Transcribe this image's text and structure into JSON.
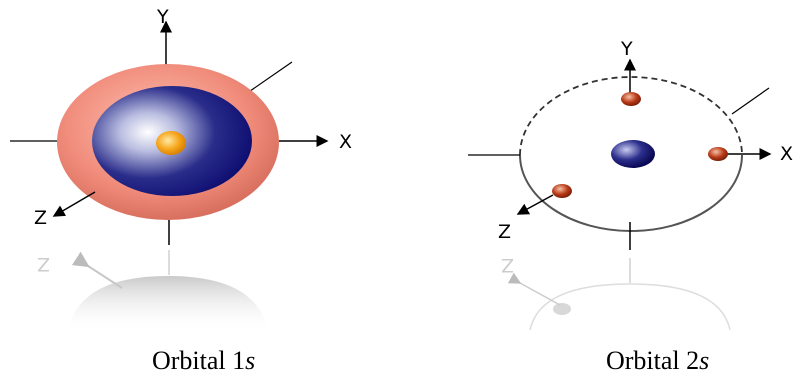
{
  "orbital_1s": {
    "axis_labels": {
      "y": "Y",
      "x": "X",
      "z": "Z"
    },
    "caption": {
      "prefix": "Orbital 1",
      "suffix": "s"
    }
  },
  "orbital_2s": {
    "axis_labels": {
      "y": "Y",
      "x": "X",
      "z": "Z"
    },
    "caption": {
      "prefix": "Orbital 2",
      "suffix": "s"
    }
  },
  "colors": {
    "outer_shell": "#f08b7a",
    "inner_sphere": "#0a0a6e",
    "nucleus": "#f7a81f",
    "electron": "#b83a18",
    "axis": "#000000"
  }
}
